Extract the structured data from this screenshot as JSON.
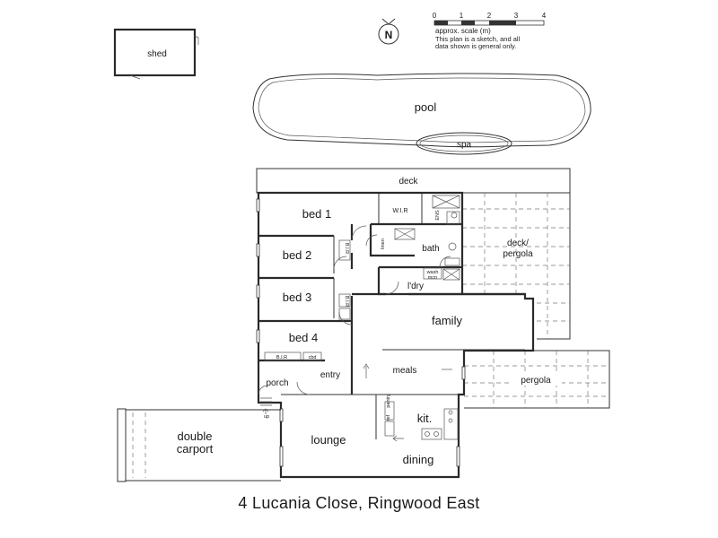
{
  "address": "4 Lucania Close, Ringwood East",
  "scale": {
    "ticks": [
      "0",
      "1",
      "2",
      "3",
      "4"
    ],
    "title": "approx. scale (m)",
    "note_line1": "This plan is a sketch, and all",
    "note_line2": "data shown is general only."
  },
  "north_label": "N",
  "rooms": {
    "shed": "shed",
    "pool": "pool",
    "spa": "spa",
    "deck": "deck",
    "deck_pergola_1": "deck/",
    "deck_pergola_2": "pergola",
    "bed1": "bed 1",
    "bed2": "bed 2",
    "bed3": "bed 3",
    "bed4": "bed 4",
    "wir": "W.I.R",
    "bir_bed2": "B.I.R",
    "bir_bed3": "B.I.R",
    "bir_bed4": "B.I.R",
    "ens": "ENS",
    "bath": "bath",
    "linen": "linen",
    "wash": "wash",
    "wash2": "mcn",
    "ldry": "l'dry",
    "family": "family",
    "meals": "meals",
    "pergola": "pergola",
    "entry": "entry",
    "porch": "porch",
    "up": "up",
    "kit": "kit.",
    "lounge": "lounge",
    "dining": "dining",
    "double": "double",
    "carport": "carport",
    "ref": "ref",
    "pantry": "pantry",
    "cbd": "cbd"
  }
}
